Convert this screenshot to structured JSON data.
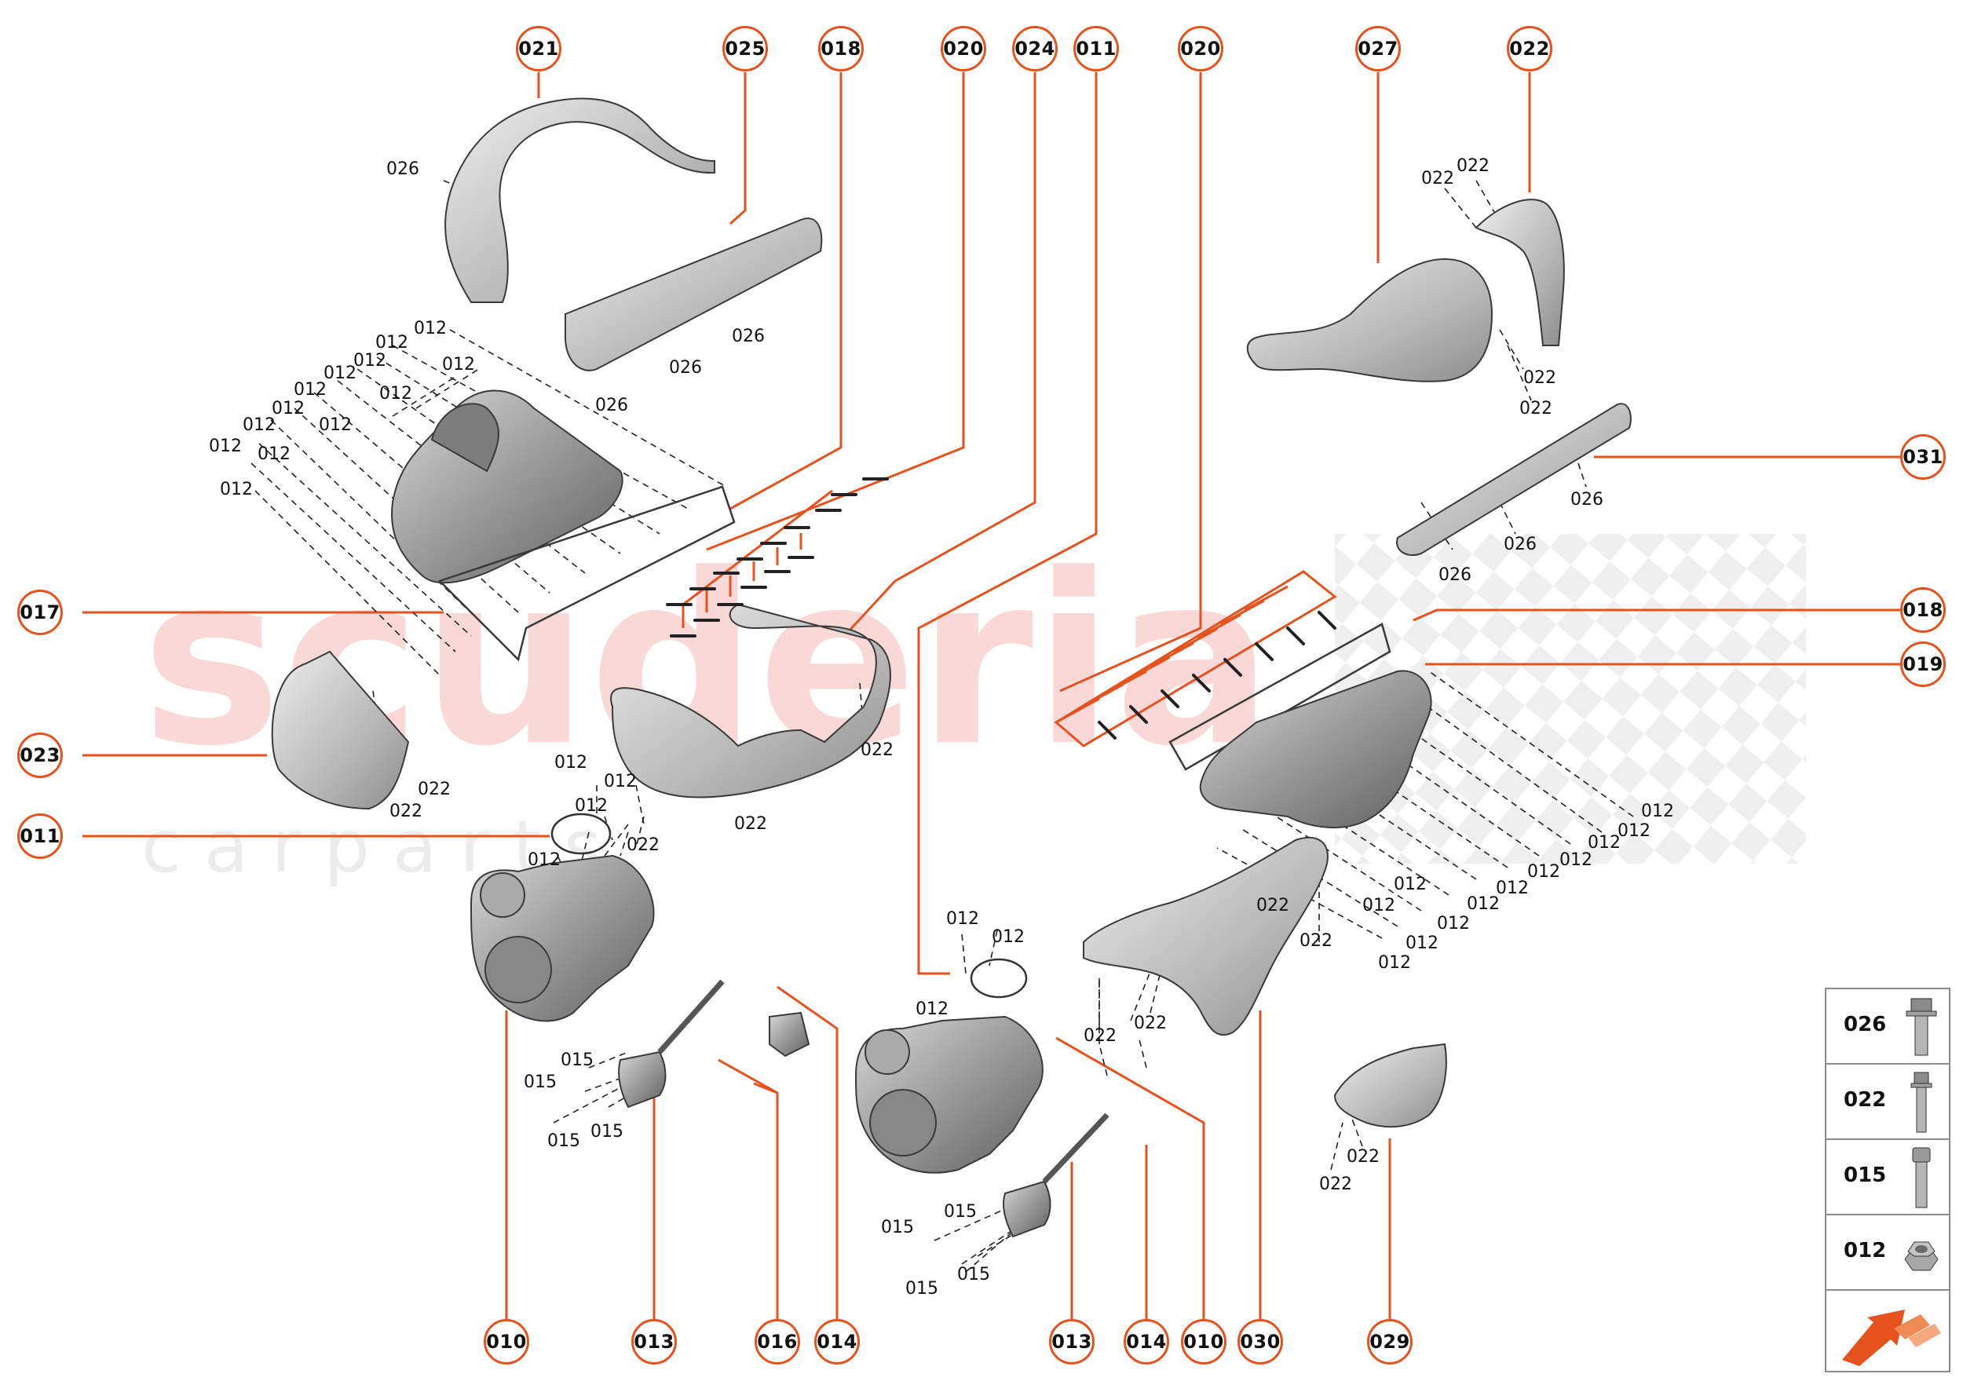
{
  "watermark": {
    "main": "scuderia",
    "sub": "c a r p a r t s"
  },
  "accent_color": "#e5521d",
  "callouts_top": [
    "021",
    "025",
    "018",
    "020",
    "024",
    "011",
    "020",
    "027",
    "022"
  ],
  "callouts_left": [
    "017",
    "023",
    "011"
  ],
  "callouts_right": [
    "031",
    "018",
    "019"
  ],
  "callouts_bottom": [
    "010",
    "013",
    "016",
    "014",
    "013",
    "014",
    "010",
    "030",
    "029"
  ],
  "labels": {
    "l026a": "026",
    "l026b": "026",
    "l026c": "026",
    "l026d": "026",
    "l012_1": "012",
    "l012_2": "012",
    "l012_3": "012",
    "l012_4": "012",
    "l012_5": "012",
    "l012_6": "012",
    "l012_7": "012",
    "l012_8": "012",
    "l012_9": "012",
    "l012_10": "012",
    "l012_11": "012",
    "l022a": "022",
    "l022b": "022",
    "l022c": "022",
    "l022d": "022",
    "l022e": "022",
    "l012_c1": "012",
    "l012_c2": "012",
    "l012_c3": "012",
    "l022f": "022",
    "l015a": "015",
    "l015b": "015",
    "l015c": "015",
    "l015d": "015",
    "l012_d1": "012",
    "l012_d2": "012",
    "l012_d3": "012",
    "l015e": "015",
    "l015f": "015",
    "l015g": "015",
    "l015h": "015",
    "l022g": "022",
    "l022h": "022",
    "l022i": "022",
    "l022j": "022",
    "l022k": "022",
    "l022l": "022",
    "l022m": "022",
    "l022n": "022",
    "l026e": "026",
    "l026f": "026",
    "l026g": "026",
    "l012_r1": "012",
    "l012_r2": "012",
    "l012_r3": "012",
    "l012_r4": "012",
    "l012_r5": "012",
    "l012_r6": "012",
    "l012_r7": "012",
    "l012_r8": "012",
    "l012_r9": "012",
    "l012_r10": "012",
    "l022o": "022",
    "l022p": "022"
  },
  "legend": [
    {
      "code": "026",
      "icon": "flange-bolt-icon"
    },
    {
      "code": "022",
      "icon": "long-bolt-icon"
    },
    {
      "code": "015",
      "icon": "socket-screw-icon"
    },
    {
      "code": "012",
      "icon": "hex-nut-icon"
    }
  ],
  "legend_arrow_icon": "next-page-arrow-icon"
}
